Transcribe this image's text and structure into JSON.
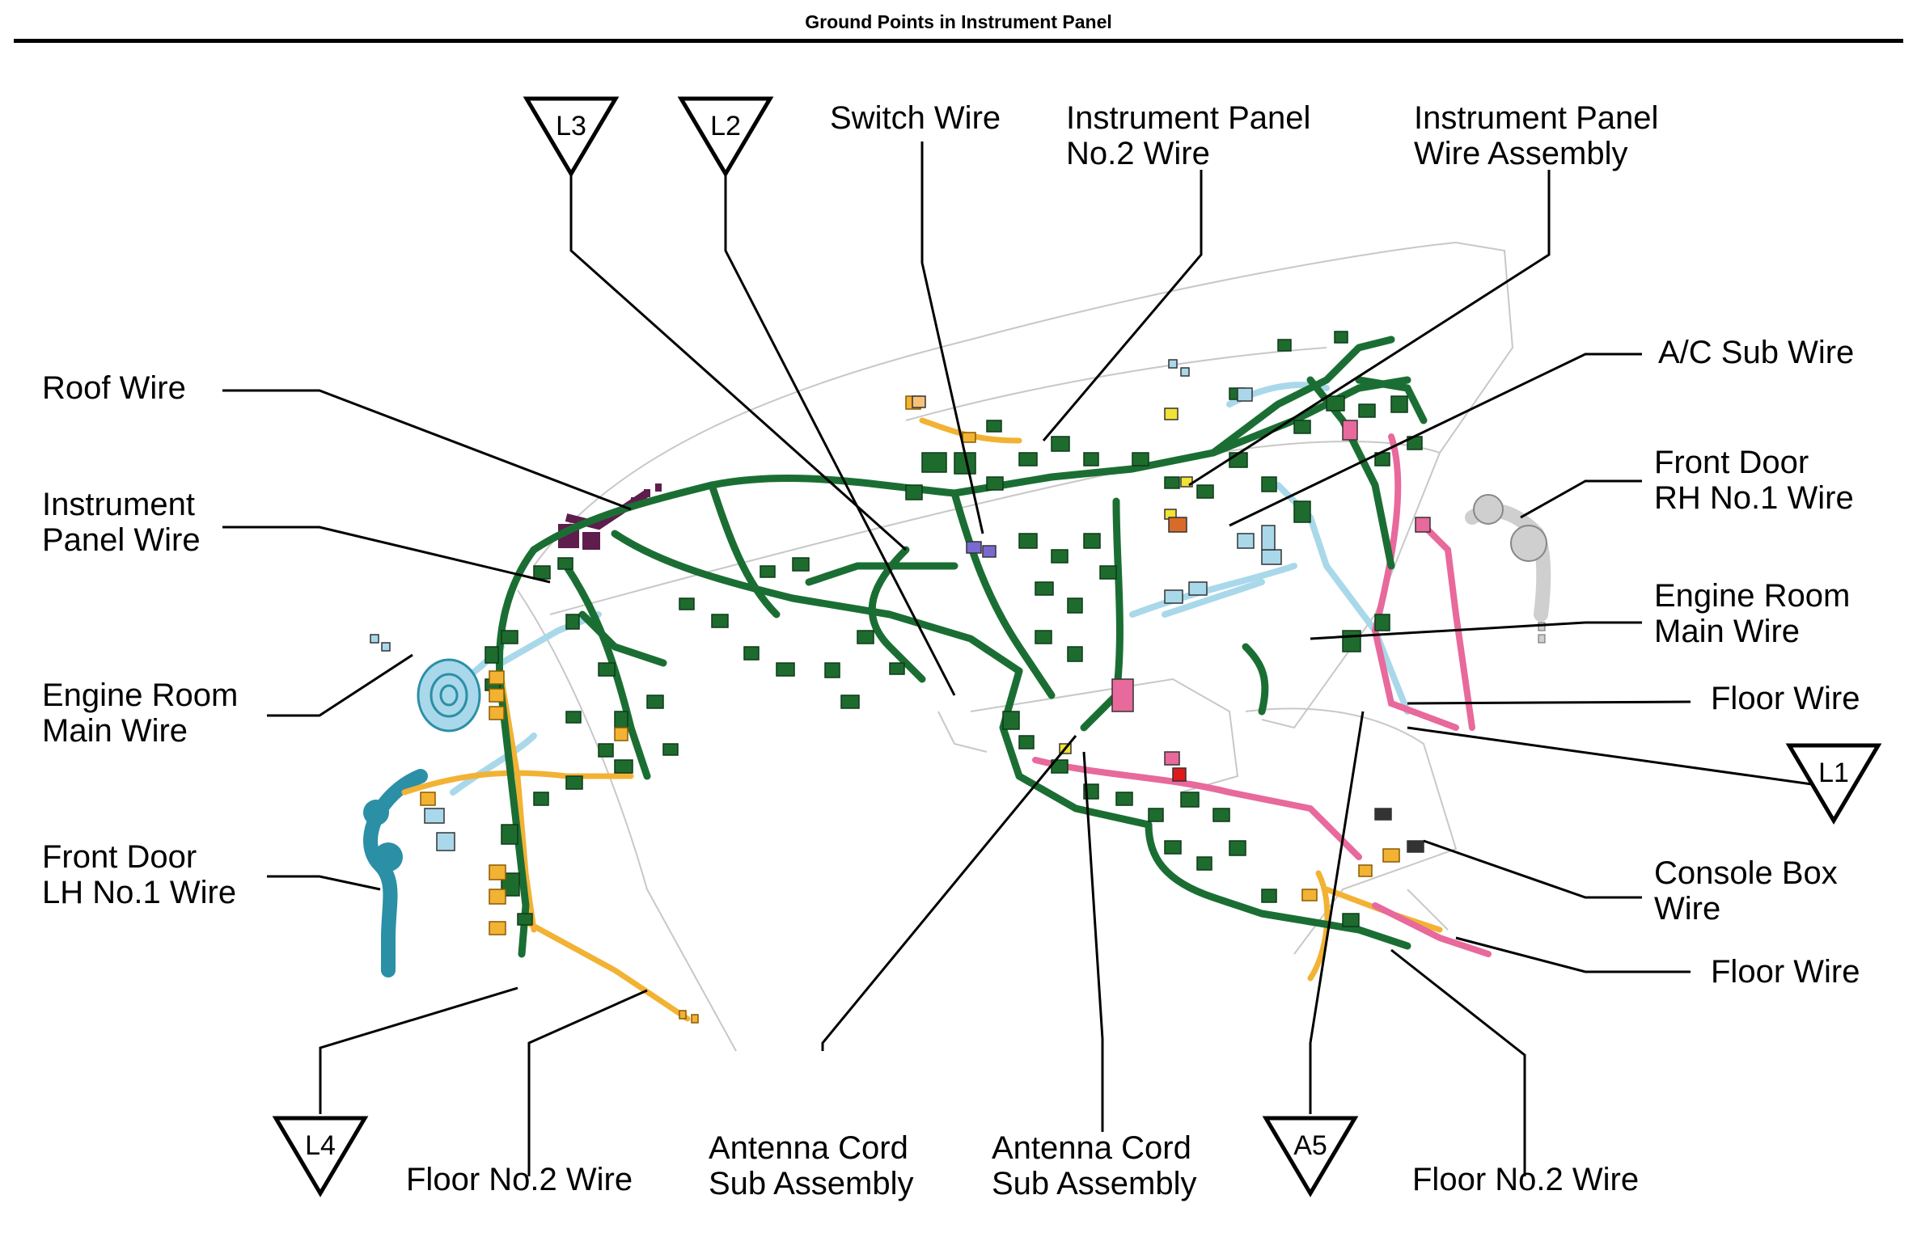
{
  "title": "Ground Points in Instrument Panel",
  "colors": {
    "harness_green": "#1b6e33",
    "connector_green": "#1e6b2e",
    "light_blue": "#a9d8ea",
    "dark_cyan": "#2b8fa6",
    "orange": "#f2b233",
    "pink": "#e8699b",
    "purple": "#5e1d4c",
    "gray": "#cfcfcf",
    "leader": "#000000"
  },
  "labels": {
    "roof_wire": [
      "Roof Wire"
    ],
    "instrument_panel_wire": [
      "Instrument",
      "Panel Wire"
    ],
    "engine_room_main_wire_left": [
      "Engine Room",
      "Main Wire"
    ],
    "front_door_lh_no1_wire": [
      "Front Door",
      "LH No.1 Wire"
    ],
    "switch_wire": [
      "Switch Wire"
    ],
    "instrument_panel_no2_wire": [
      "Instrument Panel",
      "No.2 Wire"
    ],
    "instrument_panel_wire_assembly": [
      "Instrument Panel",
      "Wire Assembly"
    ],
    "ac_sub_wire": [
      "A/C Sub Wire"
    ],
    "front_door_rh_no1_wire": [
      "Front Door",
      "RH No.1 Wire"
    ],
    "engine_room_main_wire_right": [
      "Engine Room",
      "Main Wire"
    ],
    "floor_wire_upper": [
      "Floor Wire"
    ],
    "console_box_wire": [
      "Console Box",
      "Wire"
    ],
    "floor_wire_lower": [
      "Floor Wire"
    ],
    "floor_no2_wire_left": [
      "Floor No.2 Wire"
    ],
    "antenna_cord_sub_assembly_1": [
      "Antenna Cord",
      "Sub Assembly"
    ],
    "antenna_cord_sub_assembly_2": [
      "Antenna Cord",
      "Sub Assembly"
    ],
    "floor_no2_wire_right": [
      "Floor No.2 Wire"
    ]
  },
  "ground_points": {
    "l3": "L3",
    "l2": "L2",
    "l1": "L1",
    "l4": "L4",
    "a5": "A5"
  }
}
